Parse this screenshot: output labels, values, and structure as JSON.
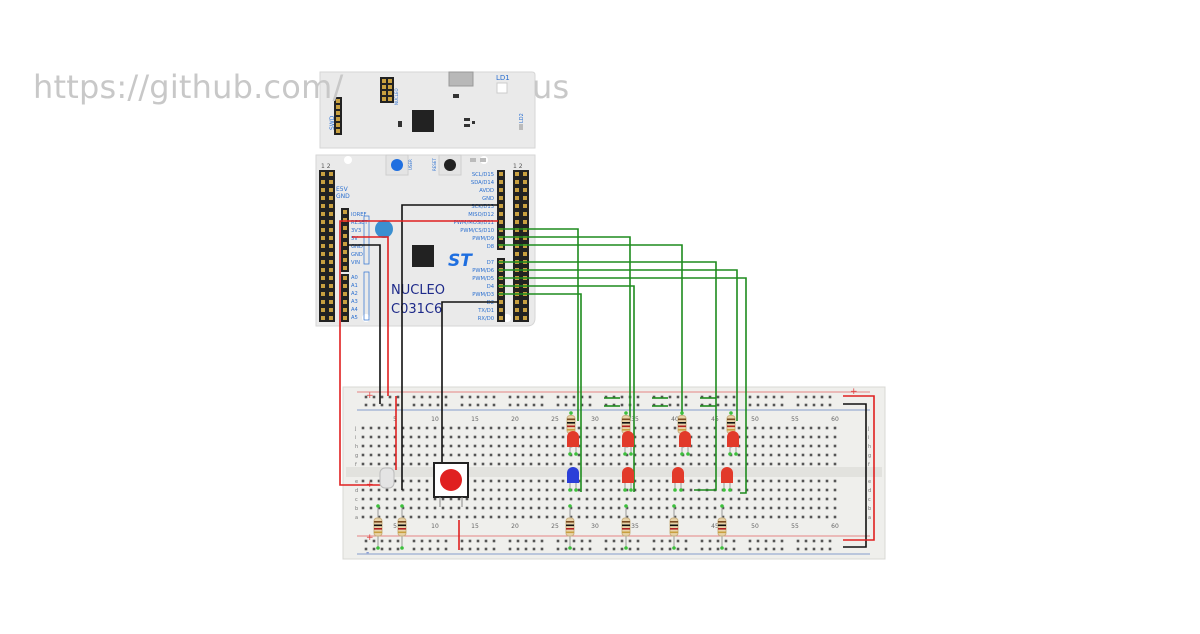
{
  "watermark": {
    "left": "https://github.com/",
    "right": "us"
  },
  "board": {
    "name_line1": "NUCLEO",
    "name_line2": "C031C6",
    "st_logo": "ST",
    "ld1": "LD1",
    "ld2": "LD2",
    "swd": "SWD",
    "stlink_label": "NUCLEO",
    "user_label": "USER",
    "reset_label": "RESET",
    "left_pins": [
      "IOREF",
      "RESET",
      "3V3",
      "5V",
      "GND",
      "GND",
      "VIN"
    ],
    "analog_pins": [
      "A0",
      "A1",
      "A2",
      "A3",
      "A4",
      "A5"
    ],
    "e5v": "E5V",
    "gnd": "GND",
    "right_pins_top": [
      "SCL/D15",
      "SDA/D14",
      "AVDD",
      "GND",
      "SCK/D13",
      "MISO/D12",
      "PWM/MOSI/D11",
      "PWM/CS/D10",
      "PWM/D9",
      "D8"
    ],
    "right_pins_bottom": [
      "D7",
      "PWM/D6",
      "PWM/D5",
      "D4",
      "PWM/D3",
      "D2",
      "TX/D1",
      "RX/D0"
    ],
    "header_left_nums": "1 2",
    "header_right_nums": "1 2"
  },
  "breadboard": {
    "column_numbers": [
      "5",
      "10",
      "15",
      "20",
      "25",
      "30",
      "35",
      "40",
      "45",
      "50",
      "55",
      "60"
    ],
    "row_letters_top": [
      "j",
      "i",
      "h",
      "g",
      "f"
    ],
    "row_letters_bottom": [
      "e",
      "d",
      "c",
      "b",
      "a"
    ],
    "plus": "+",
    "minus": "-"
  },
  "colors": {
    "wire_green": "#1e8c1e",
    "wire_red": "#e02020",
    "wire_black": "#111111",
    "board_bg": "#eaeaea",
    "label_blue": "#2a6fd0",
    "breadboard_bg": "#efefec",
    "led_red": "#e23a2a",
    "led_blue": "#2b3fd8"
  }
}
